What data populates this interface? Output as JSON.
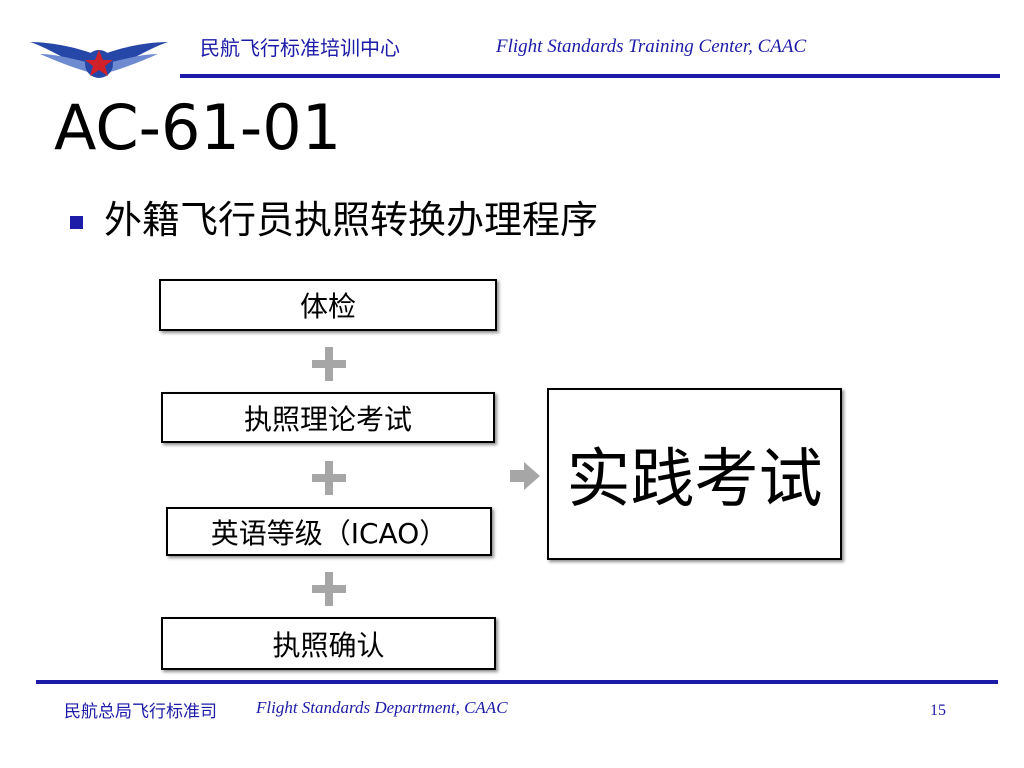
{
  "header": {
    "org_cn": "民航飞行标准培训中心",
    "org_en": "Flight Standards Training Center, CAAC",
    "logo_icon": "caac-wings-star-logo-icon"
  },
  "title": "AC-61-01",
  "bullet": "外籍飞行员执照转换办理程序",
  "flow": {
    "steps": [
      "体检",
      "执照理论考试",
      "英语等级（ICAO）",
      "执照确认"
    ],
    "result": "实践考试",
    "plus_icon": "plus-icon",
    "arrow_icon": "arrow-right-icon"
  },
  "footer": {
    "dept_cn": "民航总局飞行标准司",
    "dept_en": "Flight Standards Department, CAAC",
    "page_number": "15"
  },
  "colors": {
    "brand_blue": "#1b1ba8",
    "logo_red": "#d0202a",
    "icon_gray": "#a6a6a6"
  }
}
